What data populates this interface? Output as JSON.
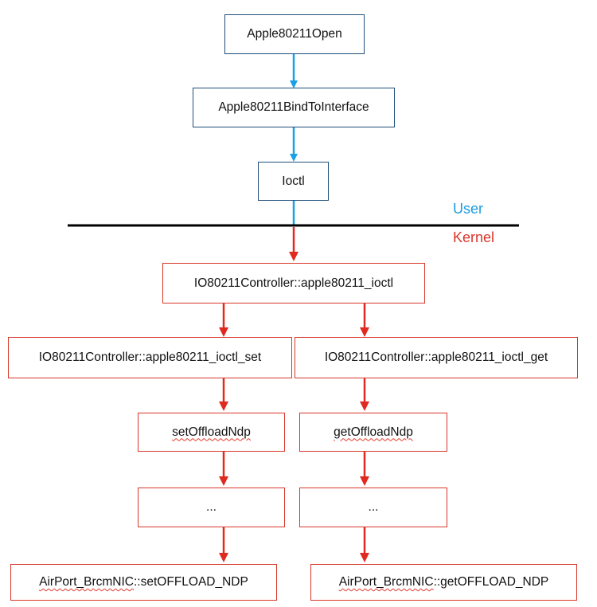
{
  "user_nodes": {
    "open": "Apple80211Open",
    "bind": "Apple80211BindToInterface",
    "ioctl": "Ioctl"
  },
  "zones": {
    "user": "User",
    "kernel": "Kernel"
  },
  "kernel_nodes": {
    "root": "IO80211Controller::apple80211_ioctl",
    "set": "IO80211Controller::apple80211_ioctl_set",
    "get": "IO80211Controller::apple80211_ioctl_get",
    "set_offload": "setOffloadNdp",
    "get_offload": "getOffloadNdp",
    "set_ellipsis": "...",
    "get_ellipsis": "...",
    "set_nic_prefix": "AirPort_BrcmNIC",
    "set_nic_suffix": "::setOFFLOAD_NDP",
    "get_nic_prefix": "AirPort_BrcmNIC",
    "get_nic_suffix": "::getOFFLOAD_NDP"
  },
  "colors": {
    "user_arrow": "#1aa0e6",
    "kernel_arrow": "#e02a1f",
    "user_label": "#1a9be0",
    "kernel_label": "#d8372a",
    "divider": "#000000"
  }
}
